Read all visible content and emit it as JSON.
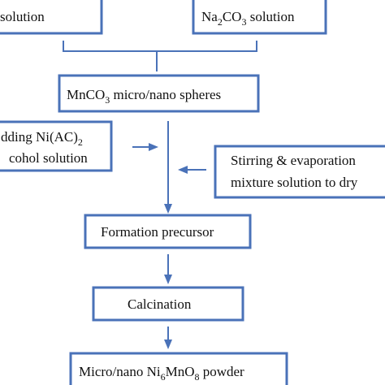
{
  "colors": {
    "box_border": "#4a72b8",
    "arrow": "#4a72b8",
    "text": "#111111",
    "background": "#ffffff"
  },
  "boxes": {
    "mn_solution": {
      "text": " solution"
    },
    "na2co3_solution": {
      "parts": [
        "Na",
        "2",
        "CO",
        "3",
        " solution"
      ]
    },
    "mnco3_spheres": {
      "parts": [
        "MnCO",
        "3",
        " micro/nano spheres"
      ]
    },
    "adding_ni": {
      "line1": [
        "dding Ni(AC)",
        "2"
      ],
      "line2": "cohol solution"
    },
    "stirring": {
      "line1": "Stirring & evaporation",
      "line2": "mixture solution to dry"
    },
    "formation_precursor": {
      "text": "Formation precursor"
    },
    "calcination": {
      "text": "Calcination"
    },
    "final_powder": {
      "parts": [
        "Micro/nano Ni",
        "6",
        "MnO",
        "8",
        " powder"
      ]
    }
  }
}
